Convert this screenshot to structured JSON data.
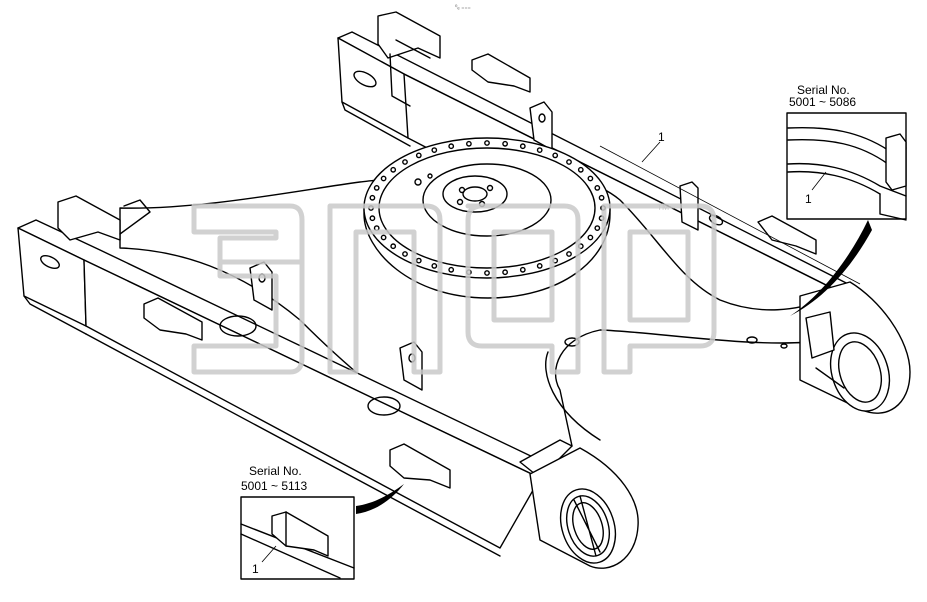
{
  "header_mark": "⁰ₑ ₌₌₌",
  "watermark": {
    "text": "™"
  },
  "part_label": "1",
  "callout_right": {
    "title": "Serial No.",
    "range": "5001 ~ 5086",
    "part_label": "1"
  },
  "callout_bottom": {
    "title": "Serial No.",
    "range": "5001 ~ 5113",
    "part_label": "1"
  }
}
